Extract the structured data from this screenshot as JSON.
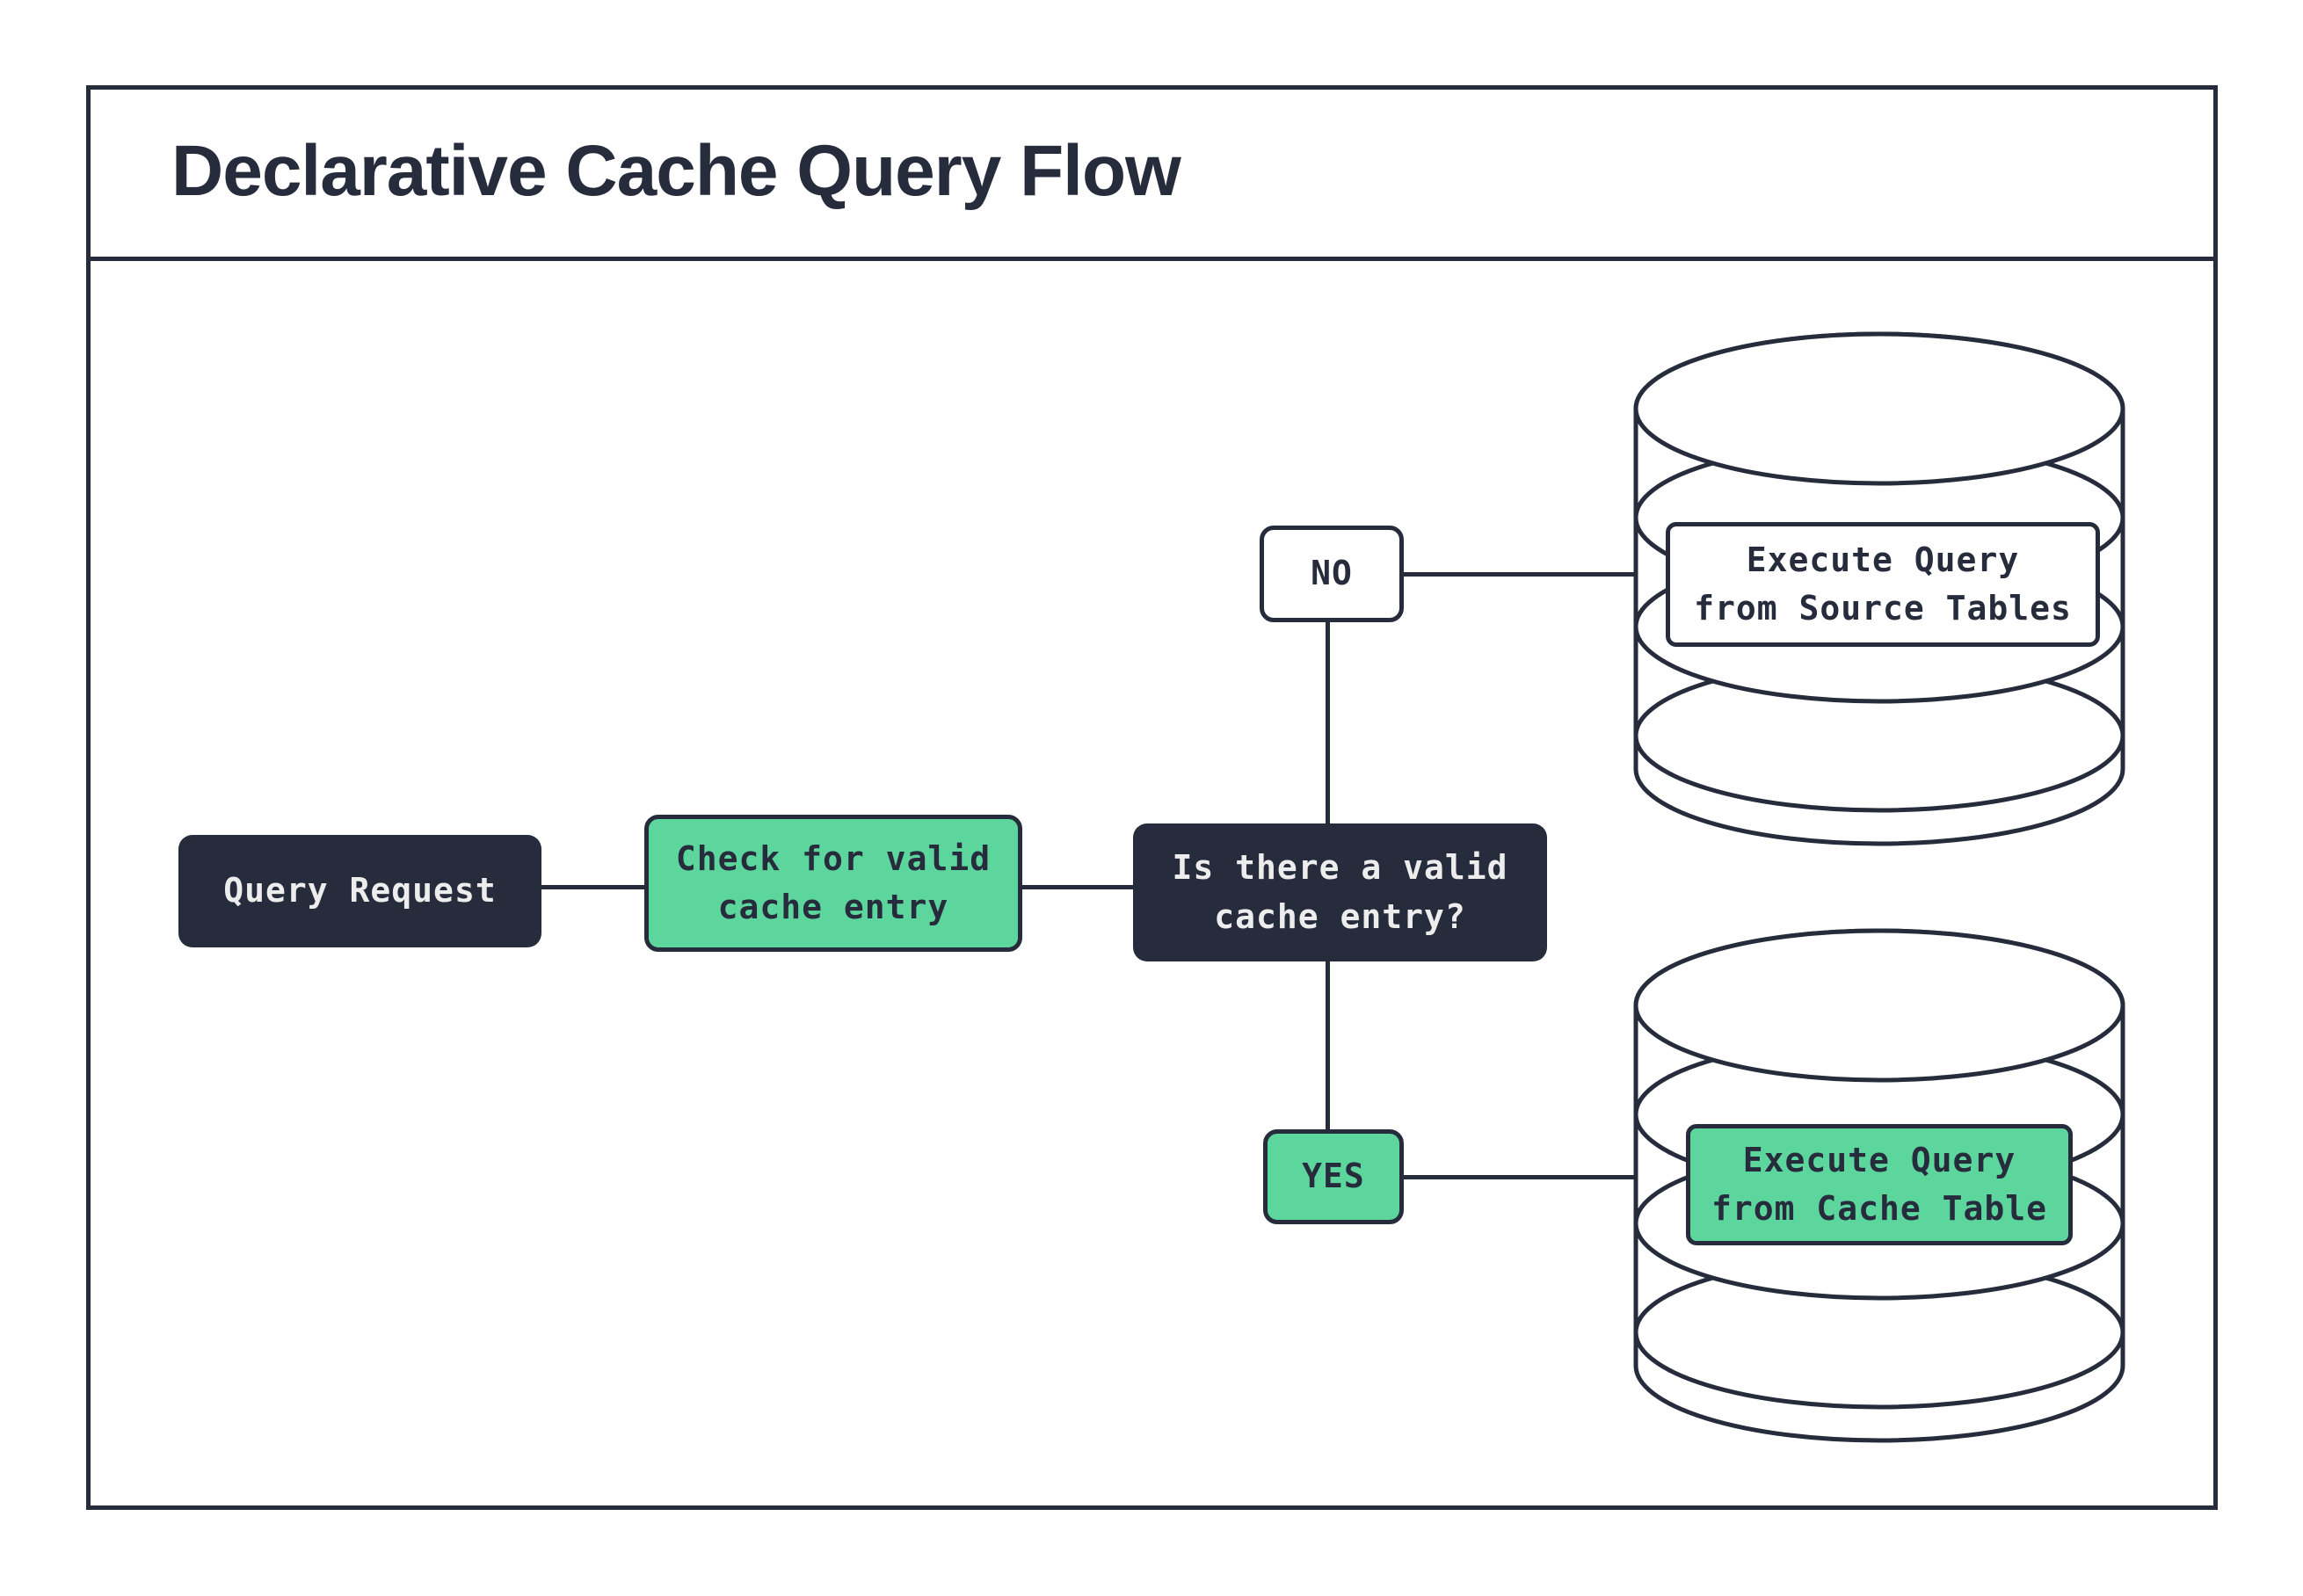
{
  "title": "Declarative Cache Query Flow",
  "colors": {
    "ink": "#272c3c",
    "green": "#5dd69e",
    "paper": "#ffffff",
    "light_text": "#ededed"
  },
  "flow": {
    "query_request": "Query Request",
    "check_cache": "Check for valid\ncache entry",
    "decision": "Is there a valid\ncache entry?",
    "branch_no": "NO",
    "branch_yes": "YES",
    "source_db_action": "Execute Query\nfrom Source Tables",
    "cache_db_action": "Execute Query\nfrom Cache Table"
  }
}
